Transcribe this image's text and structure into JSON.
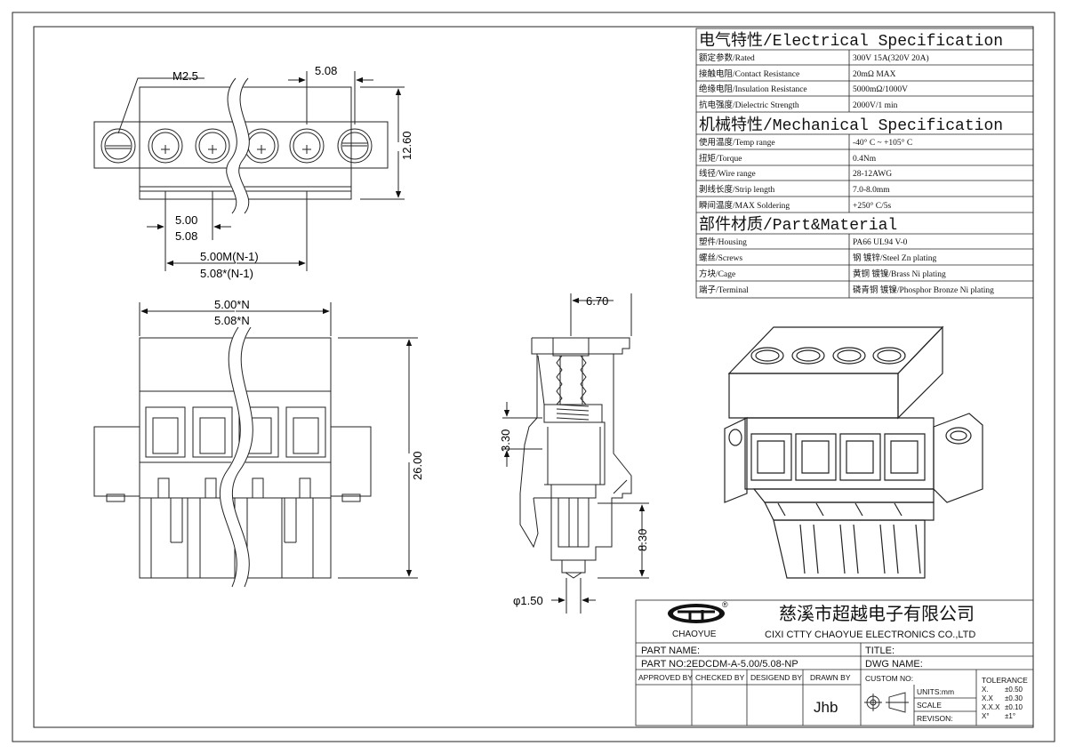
{
  "dimensions": {
    "top_screw": "M2.5",
    "top_pitch": "5.08",
    "top_height": "12.60",
    "top_pitch_a": "5.00",
    "top_pitch_b": "5.08",
    "top_span_a": "5.00M(N-1)",
    "top_span_b": "5.08*(N-1)",
    "front_width_a": "5.00*N",
    "front_width_b": "5.08*N",
    "front_height": "26.00",
    "side_width": "6.70",
    "side_a": "3.30",
    "side_b": "8.30",
    "side_pin": "φ1.50"
  },
  "spec": {
    "electrical_header": "电气特性/Electrical Specification",
    "electrical": [
      {
        "label": "额定参数/Rated",
        "value": "300V  15A(320V  20A)"
      },
      {
        "label": "接触电阻/Contact Resistance",
        "value": "20mΩ MAX"
      },
      {
        "label": "绝缘电阻/Insulation Resistance",
        "value": "5000mΩ/1000V"
      },
      {
        "label": "抗电强度/Dielectric Strength",
        "value": "2000V/1 min"
      }
    ],
    "mechanical_header": "机械特性/Mechanical Specification",
    "mechanical": [
      {
        "label": "使用温度/Temp range",
        "value": "-40° C ~ +105° C"
      },
      {
        "label": "扭矩/Torque",
        "value": "0.4Nm"
      },
      {
        "label": "线径/Wire range",
        "value": "28-12AWG"
      },
      {
        "label": "剥线长度/Strip length",
        "value": "7.0-8.0mm"
      },
      {
        "label": "瞬间温度/MAX Soldering",
        "value": "+250° C/5s"
      }
    ],
    "material_header": "部件材质/Part&Material",
    "material": [
      {
        "label": "塑件/Housing",
        "value": "PA66 UL94 V-0"
      },
      {
        "label": "螺丝/Screws",
        "value": "钢 镀锌/Steel Zn plating"
      },
      {
        "label": "方块/Cage",
        "value": "黄铜 镀镍/Brass Ni plating"
      },
      {
        "label": "端子/Terminal",
        "value": "磷青铜 镀镍/Phosphor Bronze Ni plating"
      }
    ]
  },
  "title_block": {
    "logo_text": "CHAOYUE",
    "logo_reg": "®",
    "company_cn": "慈溪市超越电子有限公司",
    "company_en": "CIXI CTTY CHAOYUE ELECTRONICS CO.,LTD",
    "part_name": "PART NAME:",
    "title": "TITLE:",
    "part_no": "PART NO:2EDCDM-A-5.00/5.08-NP",
    "dwg_name": "DWG NAME:",
    "approved_by": "APPROVED BY",
    "checked_by": "CHECKED BY",
    "designed_by": "DESIGEND BY",
    "drawn_by": "DRAWN BY",
    "drawn_by_value": "Jhb",
    "custom_no": "CUSTOM NO:",
    "units": "UNITS:mm",
    "scale": "SCALE",
    "revision": "REVISON:",
    "tolerance": "TOLERANCE",
    "tol_rows": [
      {
        "k": "X.",
        "v": "±0.50"
      },
      {
        "k": "X.X",
        "v": "±0.30"
      },
      {
        "k": "X.X.X",
        "v": "±0.10"
      },
      {
        "k": "X°",
        "v": "±1°"
      }
    ]
  }
}
